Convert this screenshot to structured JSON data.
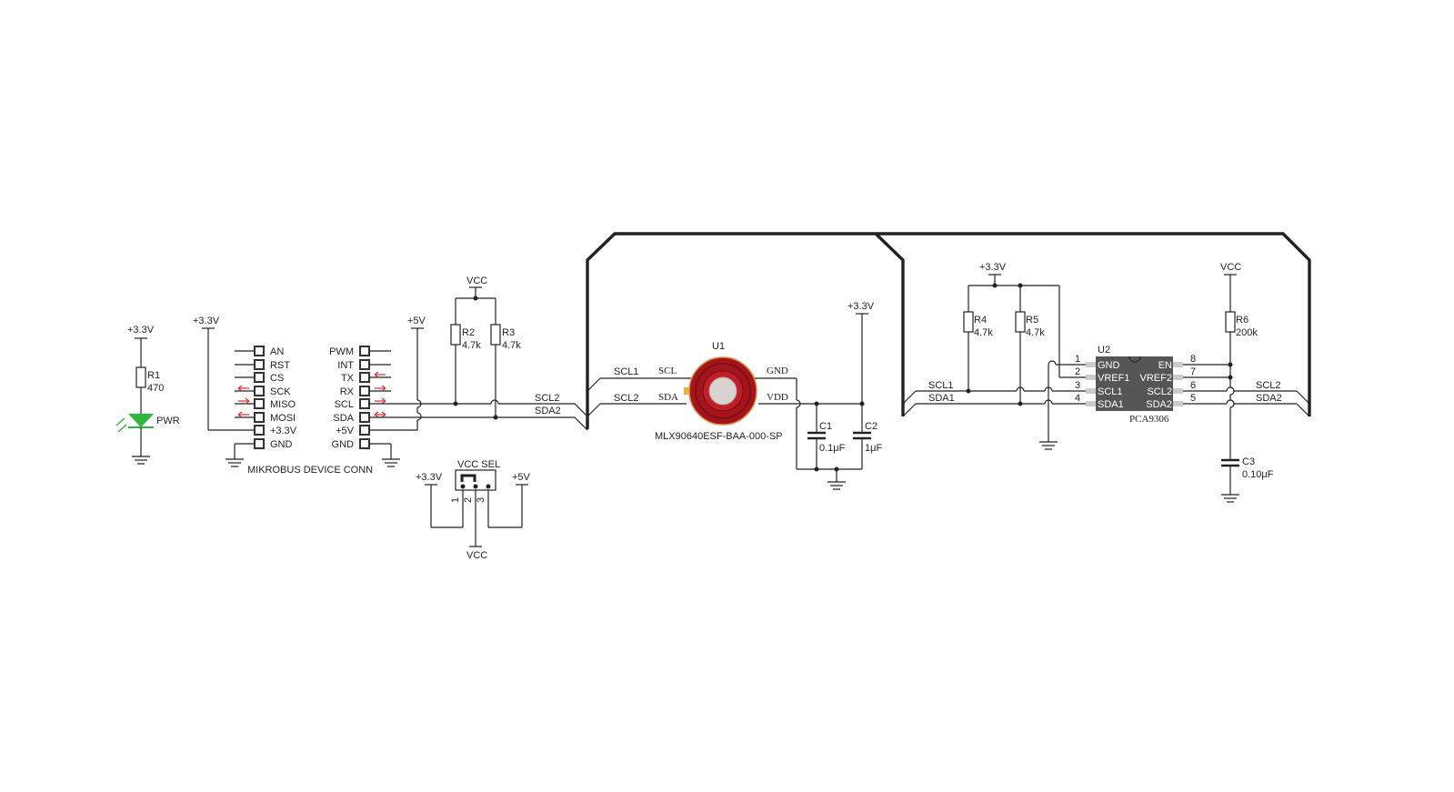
{
  "rails": {
    "v33": "+3.3V",
    "v5": "+5V",
    "vcc": "VCC"
  },
  "led": {
    "resistor_ref": "R1",
    "resistor_value": "470",
    "label": "PWR"
  },
  "mikrobus": {
    "caption": "MIKROBUS DEVICE CONN",
    "left_pins": [
      "AN",
      "RST",
      "CS",
      "SCK",
      "MISO",
      "MOSI",
      "+3.3V",
      "GND"
    ],
    "right_pins": [
      "PWM",
      "INT",
      "TX",
      "RX",
      "SCL",
      "SDA",
      "+5V",
      "GND"
    ]
  },
  "pullups_a": [
    {
      "ref": "R2",
      "value": "4.7k"
    },
    {
      "ref": "R3",
      "value": "4.7k"
    }
  ],
  "vcc_sel": {
    "title": "VCC SEL",
    "pins": [
      "1",
      "2",
      "3"
    ]
  },
  "nets": {
    "scl1": "SCL1",
    "sda1": "SDA1",
    "scl2": "SCL2",
    "sda2": "SDA2"
  },
  "sensor": {
    "ref": "U1",
    "part": "MLX90640ESF-BAA-000-SP",
    "pins": {
      "scl": "SCL",
      "sda": "SDA",
      "gnd": "GND",
      "vdd": "VDD"
    }
  },
  "caps_a": [
    {
      "ref": "C1",
      "value": "0.1μF"
    },
    {
      "ref": "C2",
      "value": "1μF"
    }
  ],
  "pullups_b": [
    {
      "ref": "R4",
      "value": "4.7k"
    },
    {
      "ref": "R5",
      "value": "4.7k"
    }
  ],
  "translator": {
    "ref": "U2",
    "part": "PCA9306",
    "left_pins": [
      {
        "num": "1",
        "name": "GND"
      },
      {
        "num": "2",
        "name": "VREF1"
      },
      {
        "num": "3",
        "name": "SCL1"
      },
      {
        "num": "4",
        "name": "SDA1"
      }
    ],
    "right_pins": [
      {
        "num": "8",
        "name": "EN"
      },
      {
        "num": "7",
        "name": "VREF2"
      },
      {
        "num": "6",
        "name": "SCL2"
      },
      {
        "num": "5",
        "name": "SDA2"
      }
    ]
  },
  "r6": {
    "ref": "R6",
    "value": "200k"
  },
  "c3": {
    "ref": "C3",
    "value": "0.10μF"
  },
  "colors": {
    "wire": "#222222",
    "led": "#2db83d",
    "sensor_ring": "#a3141c",
    "sensor_window": "#d9d4cf",
    "arrow": "#e0323a",
    "ic_body": "#555555"
  }
}
